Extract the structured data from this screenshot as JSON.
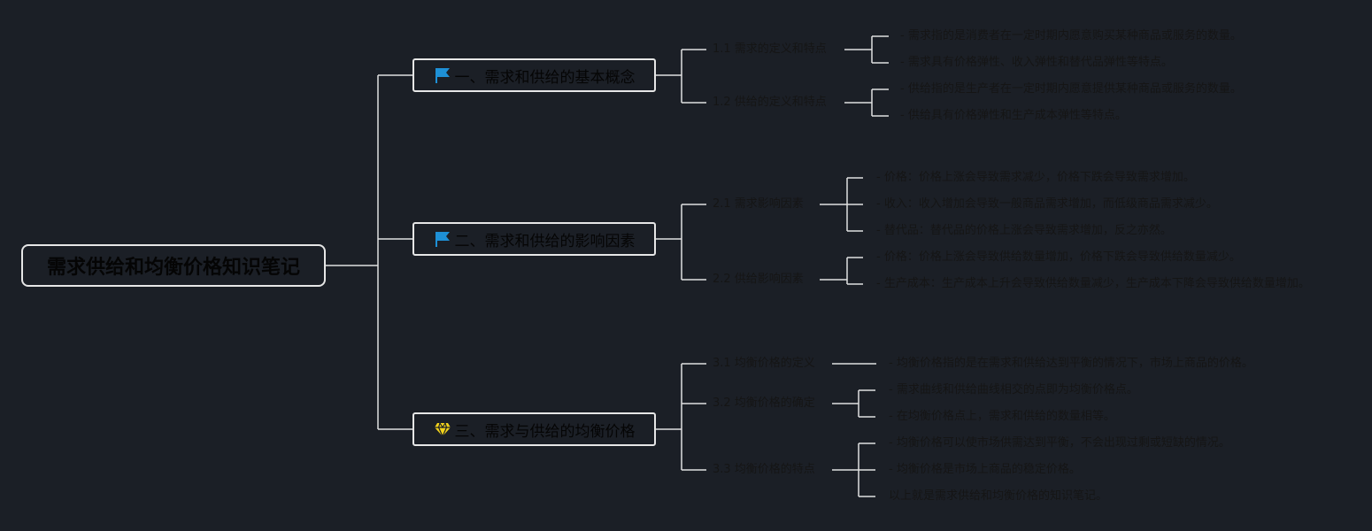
{
  "root": {
    "label": "需求供给和均衡价格知识笔记"
  },
  "topics": [
    {
      "label": "一、需求和供给的基本概念",
      "icon": "flag-icon",
      "icon_color": "#1e90d6",
      "subtopics": [
        {
          "label": "1.1 需求的定义和特点",
          "points": [
            "- 需求指的是消费者在一定时期内愿意购买某种商品或服务的数量。",
            "- 需求具有价格弹性、收入弹性和替代品弹性等特点。"
          ]
        },
        {
          "label": "1.2 供给的定义和特点",
          "points": [
            "- 供给指的是生产者在一定时期内愿意提供某种商品或服务的数量。",
            "- 供给具有价格弹性和生产成本弹性等特点。"
          ]
        }
      ]
    },
    {
      "label": "二、需求和供给的影响因素",
      "icon": "flag-icon",
      "icon_color": "#1e90d6",
      "subtopics": [
        {
          "label": "2.1 需求影响因素",
          "points": [
            "- 价格：价格上涨会导致需求减少，价格下跌会导致需求增加。",
            "- 收入：收入增加会导致一般商品需求增加，而低级商品需求减少。",
            "- 替代品：替代品的价格上涨会导致需求增加，反之亦然。"
          ]
        },
        {
          "label": "2.2 供给影响因素",
          "points": [
            "- 价格：价格上涨会导致供给数量增加，价格下跌会导致供给数量减少。",
            "- 生产成本：生产成本上升会导致供给数量减少，生产成本下降会导致供给数量增加。"
          ]
        }
      ]
    },
    {
      "label": "三、需求与供给的均衡价格",
      "icon": "diamond-icon",
      "icon_color": "#f2d21b",
      "subtopics": [
        {
          "label": "3.1 均衡价格的定义",
          "points": [
            "- 均衡价格指的是在需求和供给达到平衡的情况下，市场上商品的价格。"
          ]
        },
        {
          "label": "3.2 均衡价格的确定",
          "points": [
            "- 需求曲线和供给曲线相交的点即为均衡价格点。",
            "- 在均衡价格点上，需求和供给的数量相等。"
          ]
        },
        {
          "label": "3.3 均衡价格的特点",
          "points": [
            "- 均衡价格可以使市场供需达到平衡，不会出现过剩或短缺的情况。",
            "- 均衡价格是市场上商品的稳定价格。",
            "以上就是需求供给和均衡价格的知识笔记。"
          ]
        }
      ]
    }
  ],
  "colors": {
    "background": "#1b1f26",
    "line": "#e0e0e0",
    "border": "#e6e6e6"
  }
}
